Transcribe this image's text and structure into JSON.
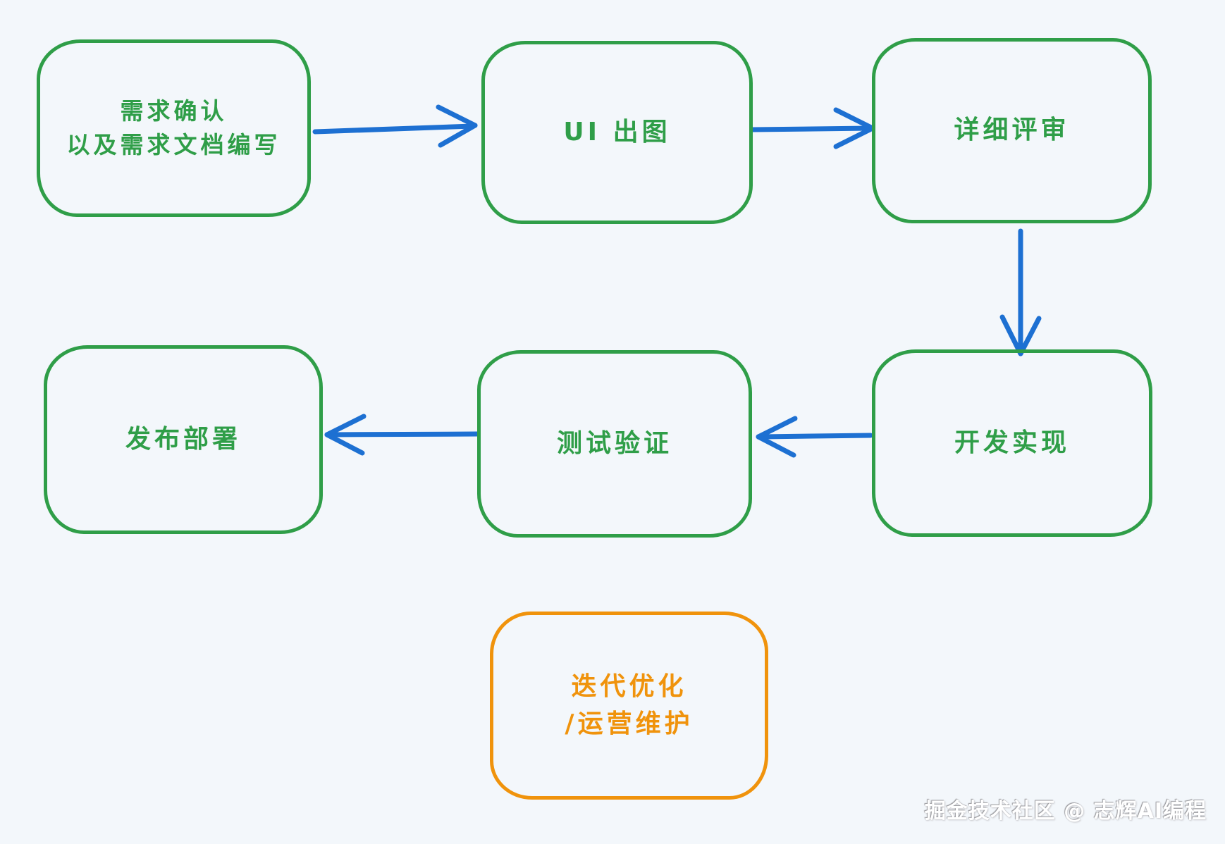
{
  "page": {
    "background": "#f3f7fb"
  },
  "palette": {
    "node_green": "#2f9e48",
    "arrow_blue": "#1d70d2",
    "node_orange": "#f0930c"
  },
  "nodes": [
    {
      "id": "requirements",
      "lines": [
        "需求确认",
        "以及需求文档编写"
      ],
      "color": "#2f9e48"
    },
    {
      "id": "ui-design",
      "lines": [
        "UI 出图"
      ],
      "color": "#2f9e48"
    },
    {
      "id": "detailed-review",
      "lines": [
        "详细评审"
      ],
      "color": "#2f9e48"
    },
    {
      "id": "deployment",
      "lines": [
        "发布部署"
      ],
      "color": "#2f9e48"
    },
    {
      "id": "testing",
      "lines": [
        "测试验证"
      ],
      "color": "#2f9e48"
    },
    {
      "id": "development",
      "lines": [
        "开发实现"
      ],
      "color": "#2f9e48"
    },
    {
      "id": "iteration",
      "lines": [
        "迭代优化",
        "/运营维护"
      ],
      "color": "#f0930c"
    }
  ],
  "edges": [
    {
      "from": "requirements",
      "to": "ui-design"
    },
    {
      "from": "ui-design",
      "to": "detailed-review"
    },
    {
      "from": "detailed-review",
      "to": "development"
    },
    {
      "from": "development",
      "to": "testing"
    },
    {
      "from": "testing",
      "to": "deployment"
    }
  ],
  "watermark": "掘金技术社区 @ 志辉AI编程"
}
